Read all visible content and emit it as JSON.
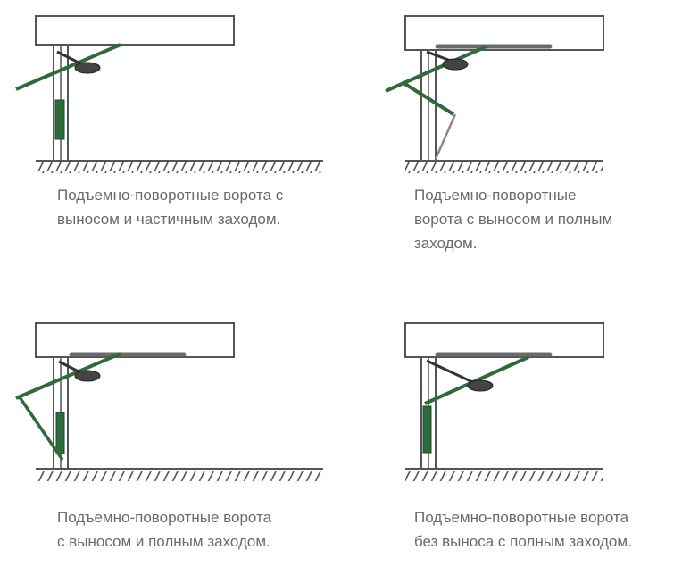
{
  "colors": {
    "structure_stroke": "#555555",
    "structure_fill": "#ffffff",
    "rail": "#6a6a6a",
    "panel_green": "#2f6b3a",
    "motor_dark": "#333333",
    "caption_text": "#6a6a6a"
  },
  "panels": [
    {
      "caption_lines": [
        "Подъемно-поворотные ворота с",
        "выносом и частичным заходом."
      ]
    },
    {
      "caption_lines": [
        "Подъемно-поворотные",
        "ворота с выносом и полным",
        "заходом."
      ]
    },
    {
      "caption_lines": [
        "Подъемно-поворотные ворота",
        "с выносом и полным заходом."
      ]
    },
    {
      "caption_lines": [
        "Подъемно-поворотные ворота",
        "без выноса с полным заходом."
      ]
    }
  ]
}
